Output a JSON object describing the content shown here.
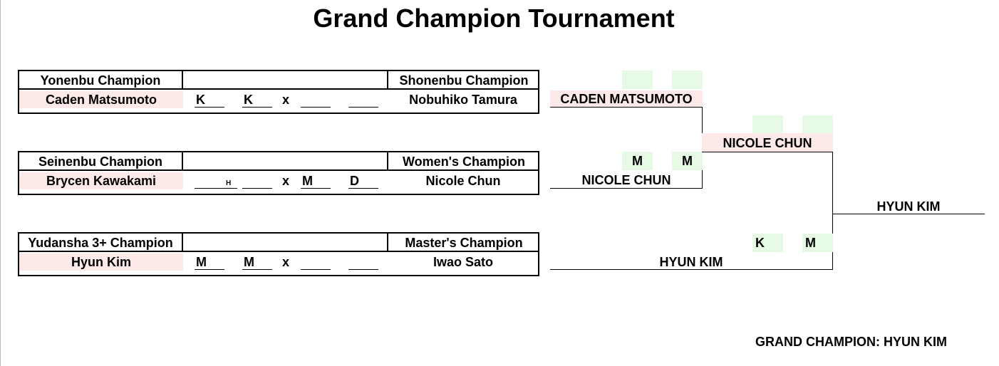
{
  "title": "Grand Champion Tournament",
  "matches": [
    {
      "left_title": "Yonenbu Champion",
      "right_title": "Shonenbu Champion",
      "left_name": "Caden Matsumoto",
      "right_name": "Nobuhiko Tamura",
      "scores": [
        "K",
        "K",
        "",
        ""
      ],
      "separator": "x"
    },
    {
      "left_title": "Seinenbu Champion",
      "right_title": "Women's Champion",
      "left_name": "Brycen Kawakami",
      "right_name": "Nicole Chun",
      "scores": [
        "H",
        "",
        "M",
        "D"
      ],
      "separator": "x"
    },
    {
      "left_title": "Yudansha 3+ Champion",
      "right_title": "Master's Champion",
      "left_name": "Hyun Kim",
      "right_name": "Iwao Sato",
      "scores": [
        "M",
        "M",
        "",
        ""
      ],
      "separator": "x"
    }
  ],
  "bracket": {
    "r1_top_winner": "CADEN MATSUMOTO",
    "r1_mid_winner": "NICOLE CHUN",
    "r1_mid_scores": [
      "M",
      "M"
    ],
    "r1_bottom_winner": "HYUN KIM",
    "r2_top_winner": "NICOLE CHUN",
    "r2_bottom_scores": [
      "K",
      "M"
    ],
    "final_winner": "HYUN KIM"
  },
  "grand_champion": "GRAND CHAMPION: HYUN KIM"
}
